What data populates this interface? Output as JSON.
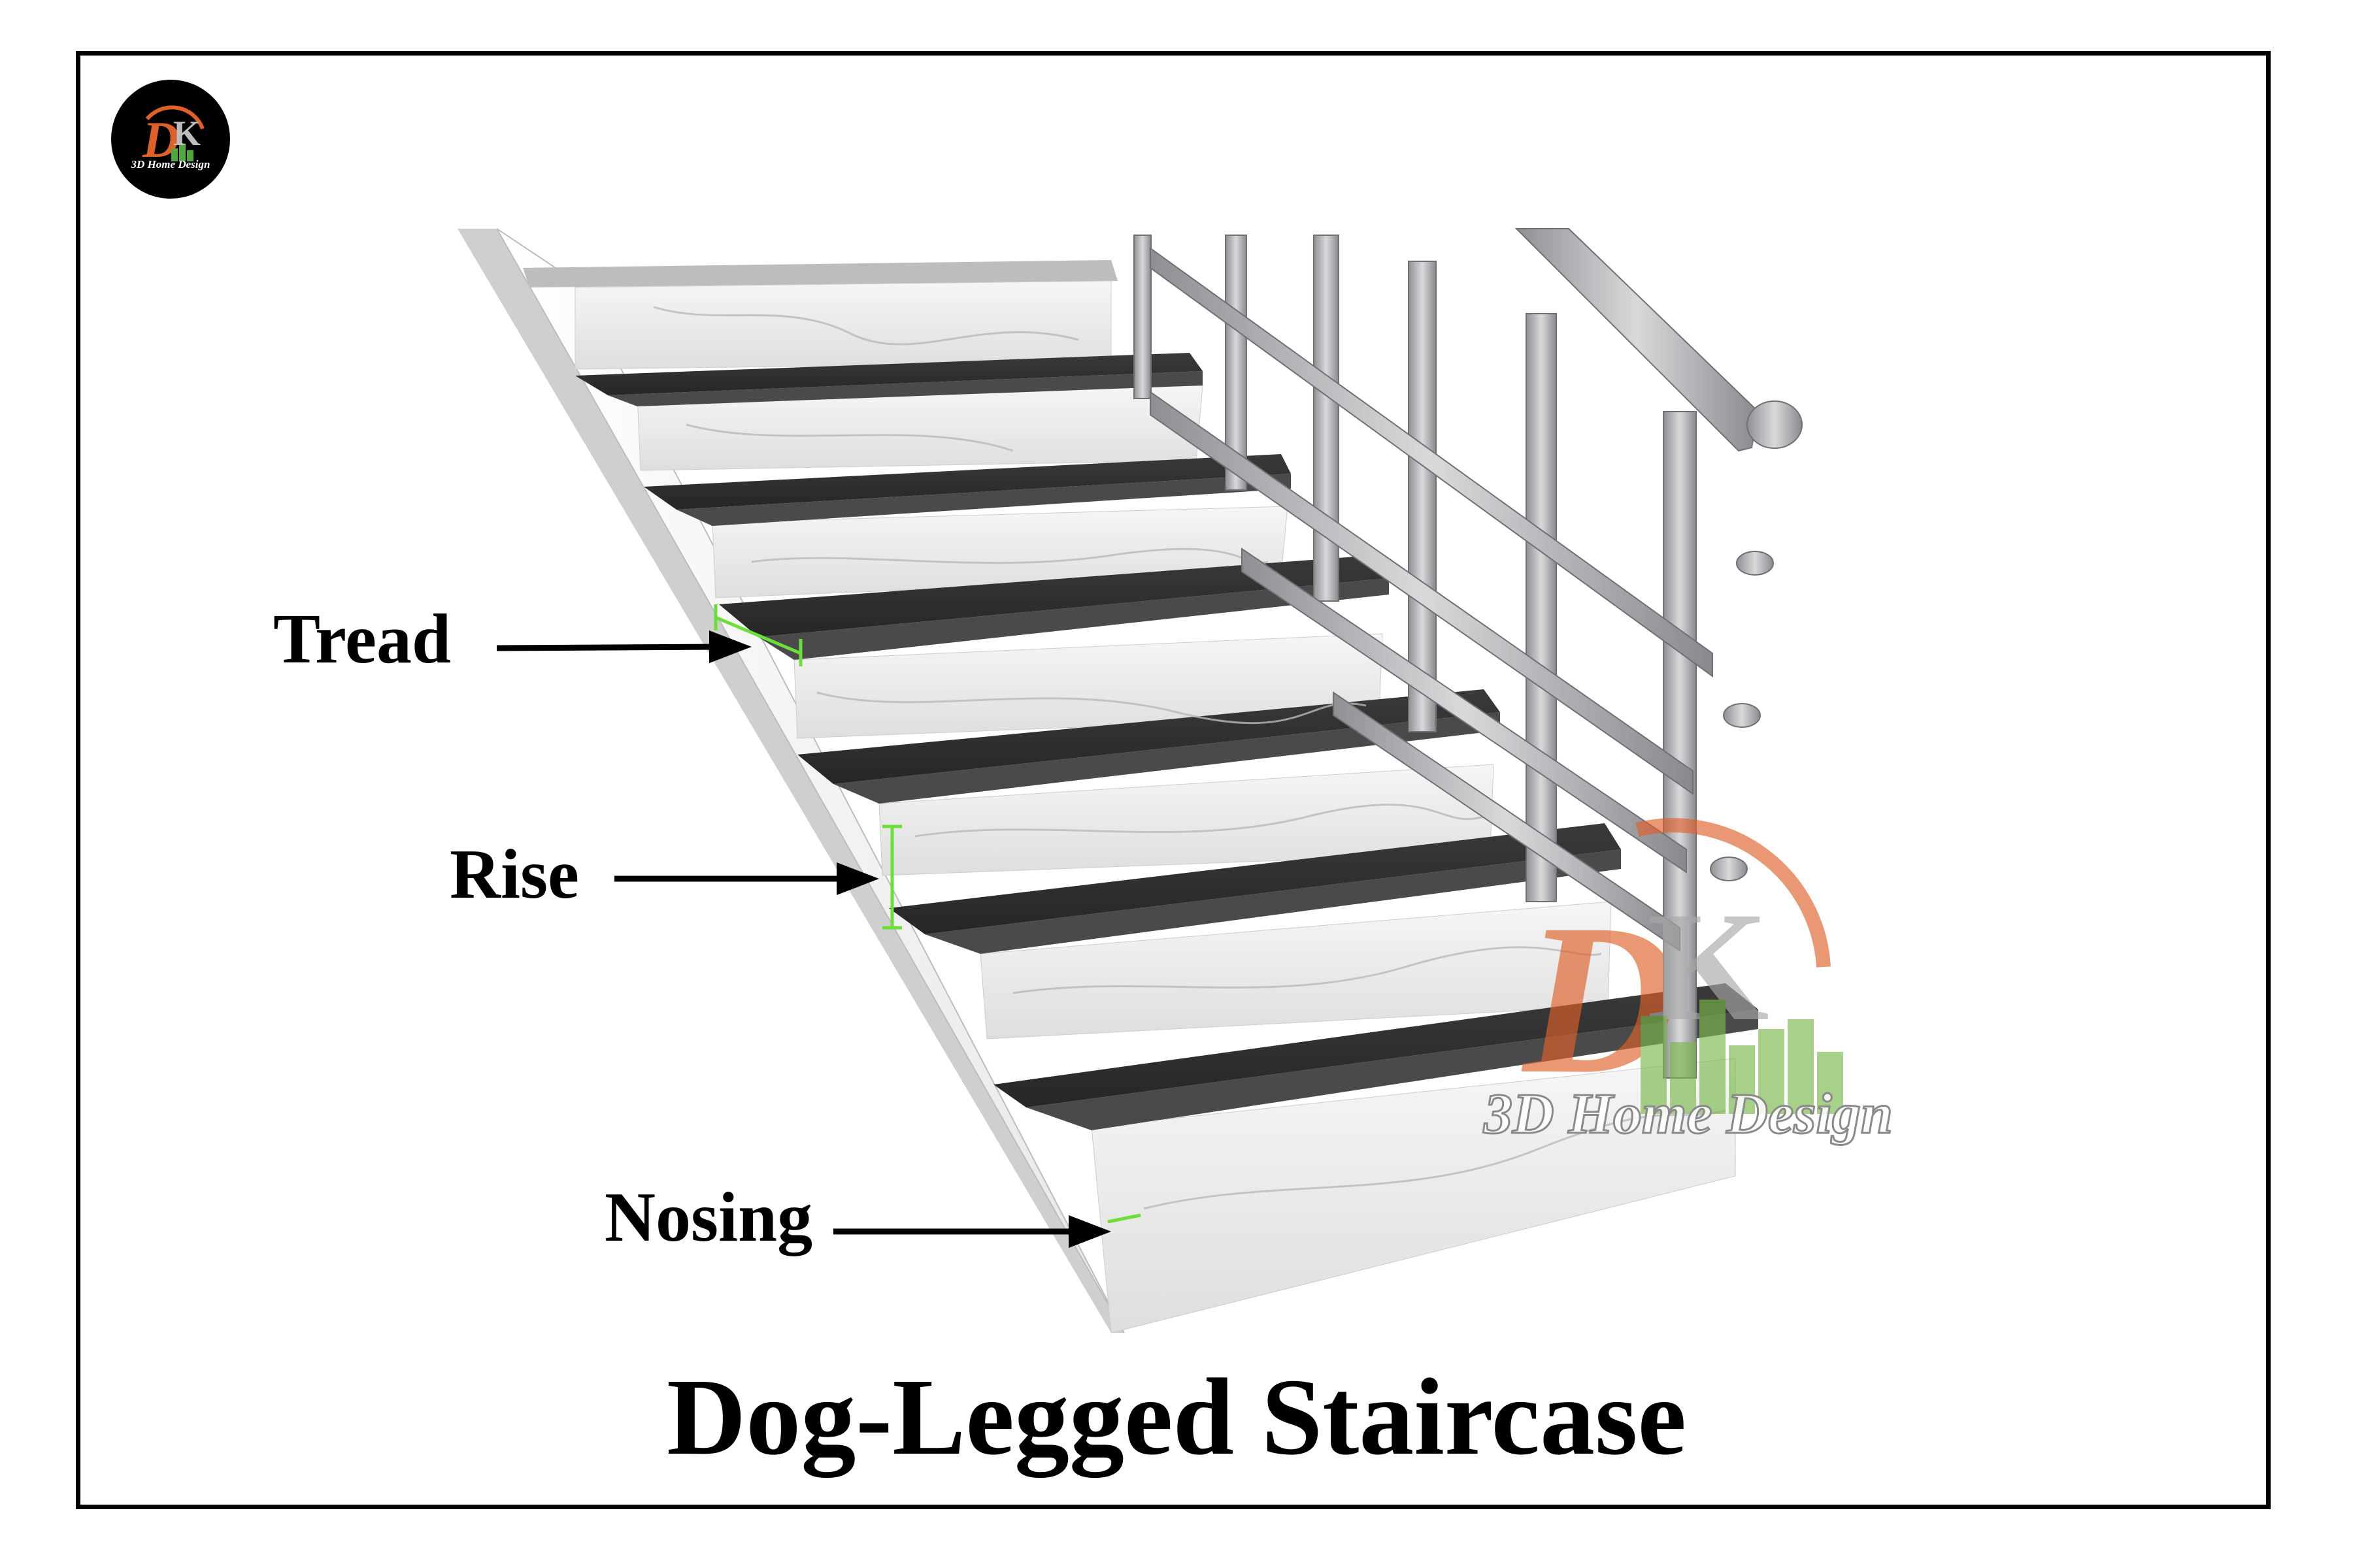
{
  "title": "Dog-Legged Staircase",
  "labels": {
    "tread": "Tread",
    "rise": "Rise",
    "nosing": "Nosing"
  },
  "logo": {
    "caption": "3D Home Design",
    "watermark": "3D Home Design"
  },
  "colors": {
    "tread": "#2b2b2b",
    "riser": "#eeeeee",
    "rail": "#a7a9ac",
    "measure": "#6be03a",
    "accent": "#e0602a"
  }
}
